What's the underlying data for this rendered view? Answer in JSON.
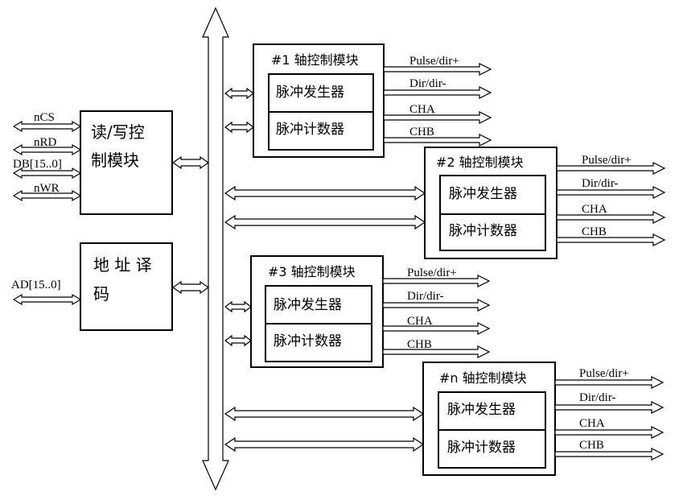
{
  "rw_module": {
    "line1": "读/写控",
    "line2": "制模块"
  },
  "decoder": {
    "line1": "地 址 译",
    "line2": "码"
  },
  "rw_signals": [
    "nCS",
    "nRD",
    "DB[15..0]",
    "nWR"
  ],
  "address_signal": "AD[15..0]",
  "axis_modules": [
    {
      "title": "#1 轴控制模块",
      "generator": "脉冲发生器",
      "counter": "脉冲计数器",
      "outputs": [
        "Pulse/dir+",
        "Dir/dir-",
        "CHA",
        "CHB"
      ]
    },
    {
      "title": "#2 轴控制模块",
      "generator": "脉冲发生器",
      "counter": "脉冲计数器",
      "outputs": [
        "Pulse/dir+",
        "Dir/dir-",
        "CHA",
        "CHB"
      ]
    },
    {
      "title": "#3 轴控制模块",
      "generator": "脉冲发生器",
      "counter": "脉冲计数器",
      "outputs": [
        "Pulse/dir+",
        "Dir/dir-",
        "CHA",
        "CHB"
      ]
    },
    {
      "title": "#n 轴控制模块",
      "generator": "脉冲发生器",
      "counter": "脉冲计数器",
      "outputs": [
        "Pulse/dir+",
        "Dir/dir-",
        "CHA",
        "CHB"
      ]
    }
  ]
}
